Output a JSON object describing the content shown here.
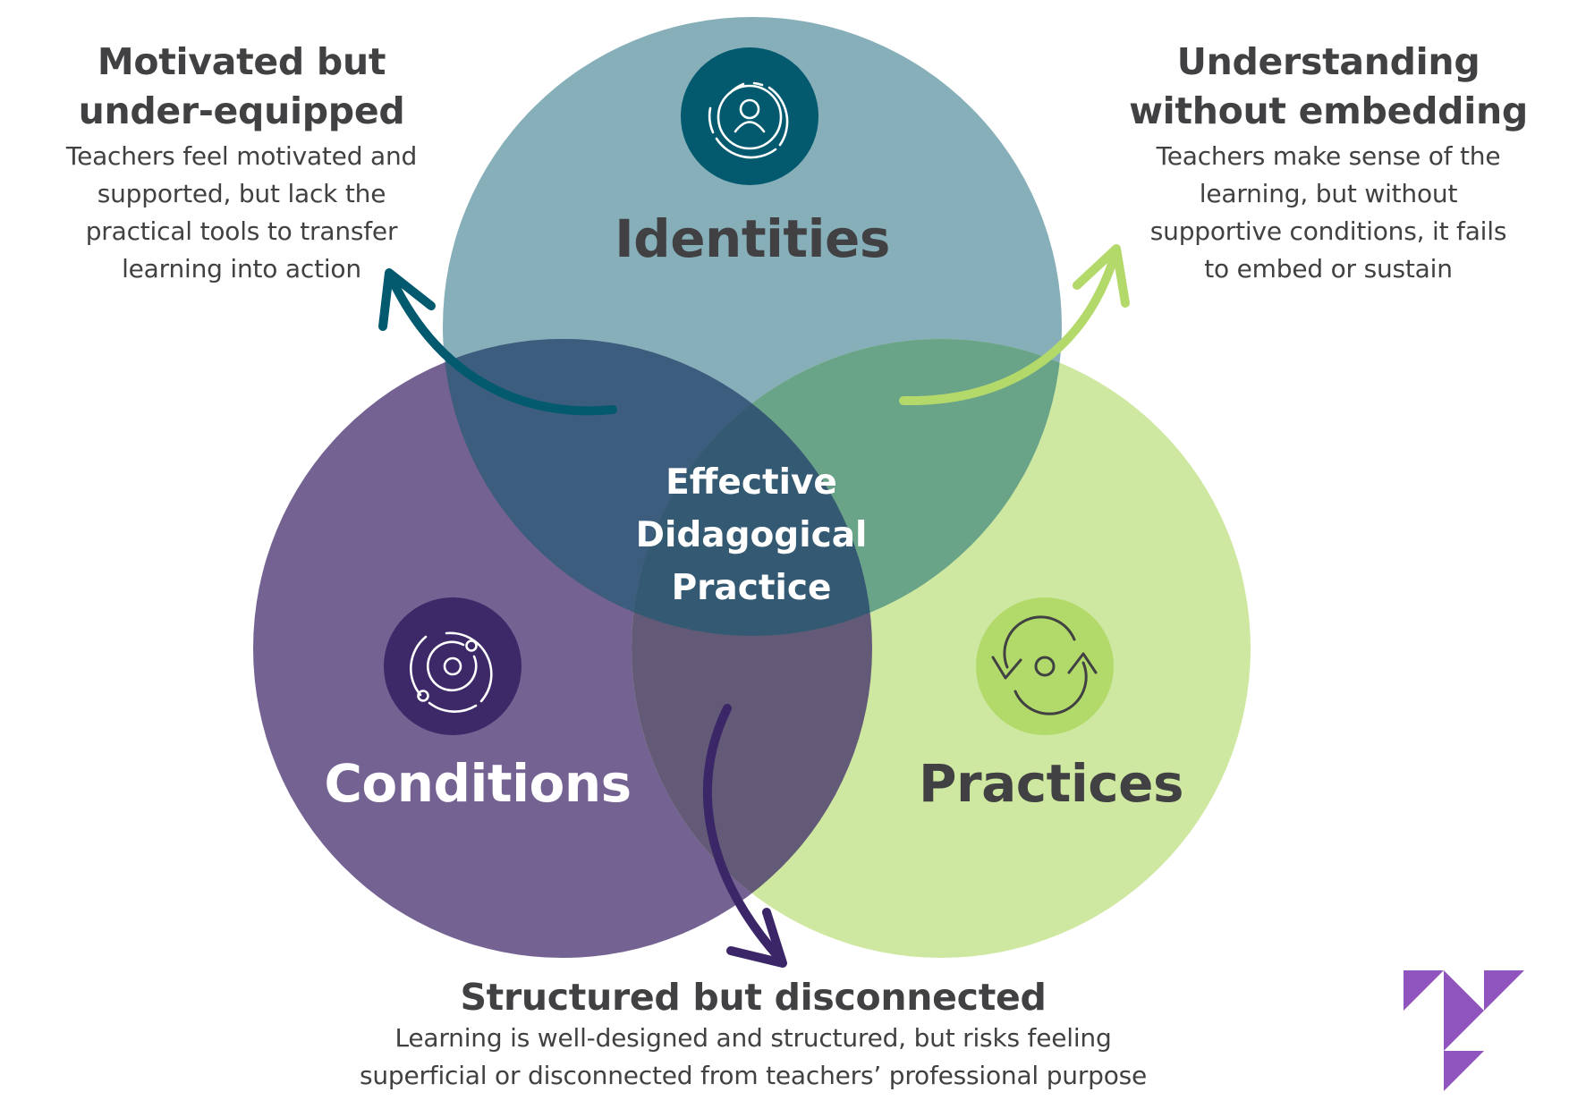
{
  "diagram": {
    "type": "venn",
    "sets": [
      {
        "id": "identities",
        "label": "Identities",
        "icon": "person-target-icon",
        "color": "#86afb9",
        "icon_bg": "#035a6e",
        "label_color": "#414042"
      },
      {
        "id": "conditions",
        "label": "Conditions",
        "icon": "orbit-icon",
        "color": "#746292",
        "icon_bg": "#3d2868",
        "label_color": "#ffffff"
      },
      {
        "id": "practices",
        "label": "Practices",
        "icon": "cycle-arrows-icon",
        "color": "#cfe8a1",
        "icon_bg": "#b1da6b",
        "label_color": "#414042"
      }
    ],
    "overlap_colors": {
      "identities_conditions": "#3c5d7e",
      "identities_practices": "#6aa488",
      "conditions_practices": "#635a77",
      "all": "#345a73"
    },
    "center": {
      "lines": [
        "Effective",
        "Didagogical",
        "Practice"
      ]
    },
    "callouts": [
      {
        "id": "left",
        "title_lines": [
          "Motivated but",
          "under-equipped"
        ],
        "body_lines": [
          "Teachers feel motivated and",
          "supported, but lack the",
          "practical tools to transfer",
          "learning into action"
        ],
        "arrow_color": "#035a6e",
        "source_overlap": "identities_conditions"
      },
      {
        "id": "right",
        "title_lines": [
          "Understanding",
          "without embedding"
        ],
        "body_lines": [
          "Teachers make sense of the",
          "learning, but without",
          "supportive conditions, it fails",
          "to embed or sustain"
        ],
        "arrow_color": "#b4d96b",
        "source_overlap": "identities_practices"
      },
      {
        "id": "bottom",
        "title_lines": [
          "Structured but disconnected"
        ],
        "body_lines": [
          "Learning is well-designed and structured, but risks feeling",
          "superficial or disconnected from teachers’ professional purpose"
        ],
        "arrow_color": "#3b2767",
        "source_overlap": "conditions_practices"
      }
    ],
    "text_color": "#414042",
    "logo": {
      "name": "brand-logo",
      "color": "#8f54bd"
    }
  }
}
